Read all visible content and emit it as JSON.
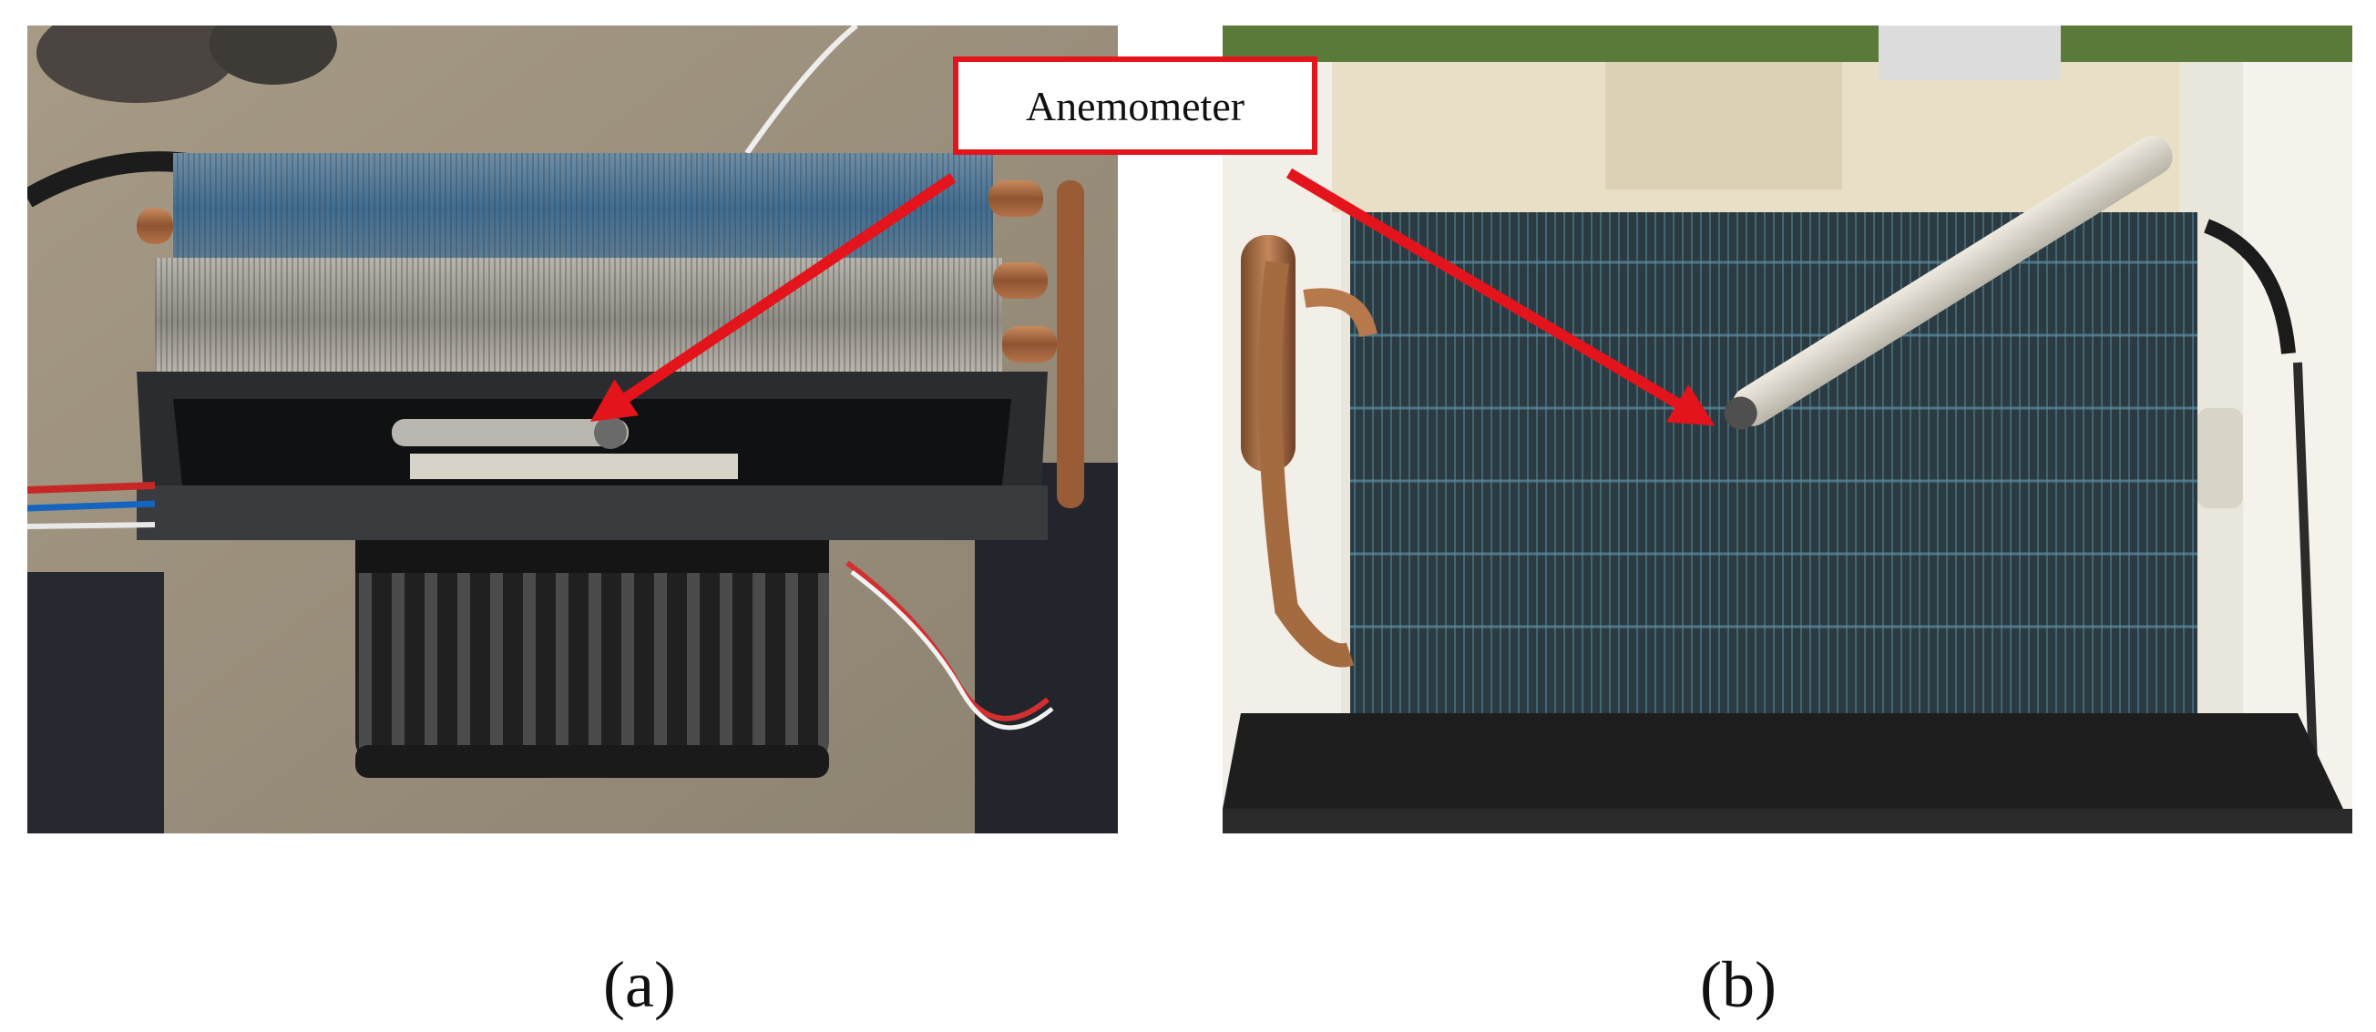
{
  "figure": {
    "callout_label": "Anemometer",
    "panels": [
      {
        "caption": "(a)"
      },
      {
        "caption": "(b)"
      }
    ]
  },
  "colors": {
    "callout_border": "#e3141b",
    "arrow": "#e3141b"
  }
}
